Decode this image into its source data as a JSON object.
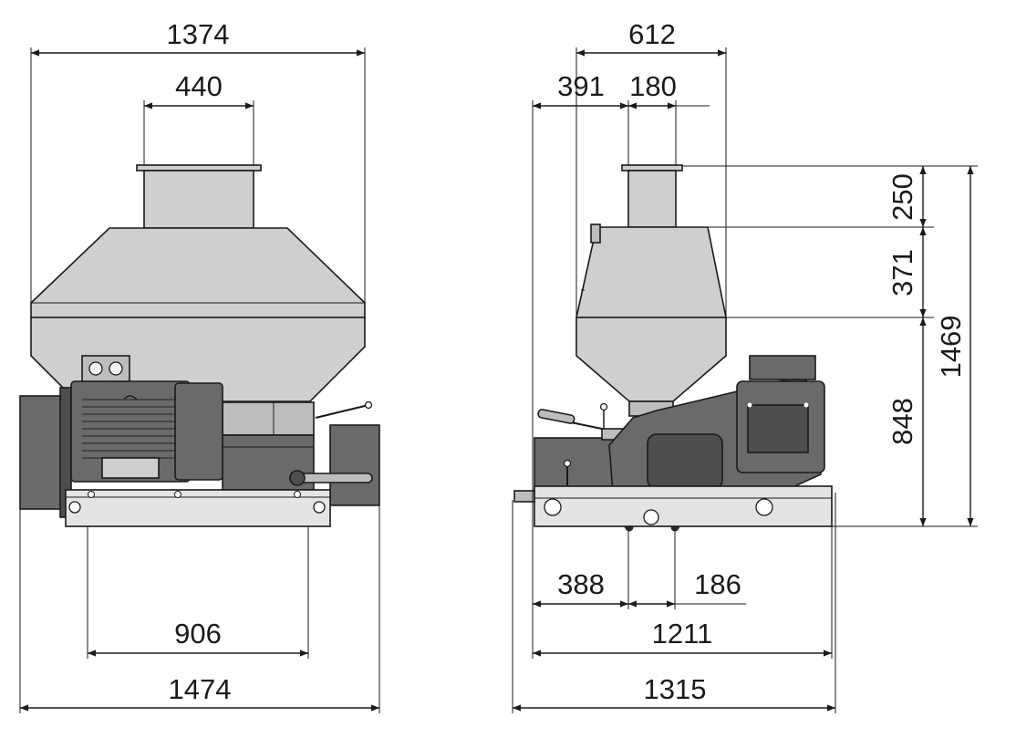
{
  "front_view": {
    "dim_top_overall": "1374",
    "dim_top_inlet": "440",
    "dim_bottom_feet": "906",
    "dim_bottom_overall": "1474"
  },
  "side_view": {
    "dim_top_overall": "612",
    "dim_top_offset": "391",
    "dim_top_inlet": "180",
    "dim_right_inlet_height": "250",
    "dim_right_hood_height": "371",
    "dim_right_base_height": "848",
    "dim_right_overall_height": "1469",
    "dim_bottom_offset": "388",
    "dim_bottom_gap": "186",
    "dim_bottom_frame": "1211",
    "dim_bottom_overall": "1315"
  }
}
